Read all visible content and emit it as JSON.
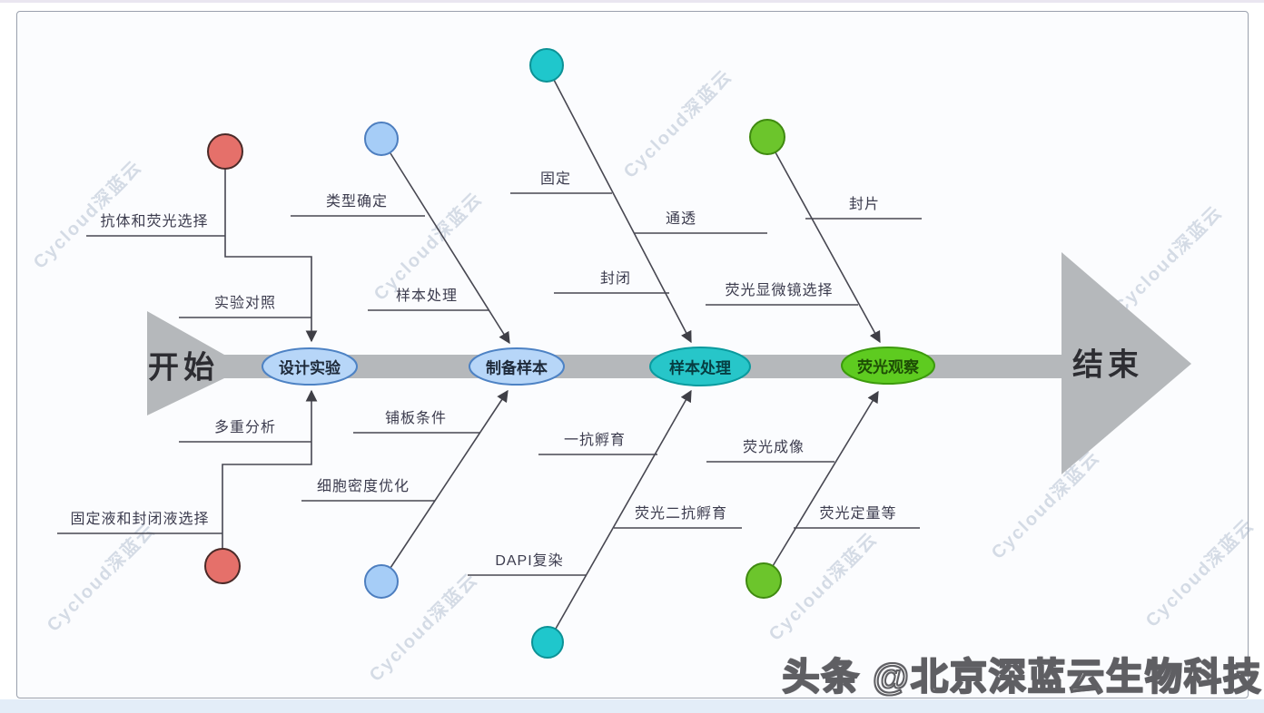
{
  "page": {
    "credit": "头条 @北京深蓝云生物科技",
    "watermark": "Cycloud深蓝云"
  },
  "diagram": {
    "start_label": "开始",
    "end_label": "结束",
    "colors": {
      "spine": "#b5b8bb",
      "terminal_shape": "#b5b8bb",
      "line": "#474751",
      "node_blue_fill": "#b7d6f8",
      "node_blue_stroke": "#4d82c4",
      "node_teal_fill": "#27c6c9",
      "node_teal_stroke": "#0a9a9e",
      "node_green_fill": "#5ecb20",
      "node_green_stroke": "#3c9a0c"
    },
    "circles": {
      "red": {
        "fill": "#e5706a",
        "stroke": "#4a2a28"
      },
      "blue": {
        "fill": "#a6cdf7",
        "stroke": "#4d7ebf"
      },
      "teal": {
        "fill": "#1fc7cc",
        "stroke": "#0c9296"
      },
      "green": {
        "fill": "#6cc52c",
        "stroke": "#3f8a10"
      }
    },
    "nodes": [
      {
        "label": "设计实验",
        "fill": "#b7d6f8",
        "stroke": "#4d82c4",
        "ribs_top": [
          "抗体和荧光选择",
          "实验对照"
        ],
        "ribs_bottom": [
          "多重分析",
          "固定液和封闭液选择"
        ]
      },
      {
        "label": "制备样本",
        "fill": "#b7d6f8",
        "stroke": "#4d82c4",
        "ribs_top": [
          "类型确定",
          "样本处理"
        ],
        "ribs_bottom": [
          "铺板条件",
          "细胞密度优化"
        ]
      },
      {
        "label": "样本处理",
        "fill": "#27c6c9",
        "stroke": "#0a9a9e",
        "ribs_top": [
          "固定",
          "通透",
          "封闭"
        ],
        "ribs_bottom": [
          "一抗孵育",
          "荧光二抗孵育",
          "DAPI复染"
        ]
      },
      {
        "label": "荧光观察",
        "fill": "#5ecb20",
        "stroke": "#3c9a0c",
        "ribs_top": [
          "封片",
          "荧光显微镜选择"
        ],
        "ribs_bottom": [
          "荧光成像",
          "荧光定量等"
        ]
      }
    ]
  }
}
